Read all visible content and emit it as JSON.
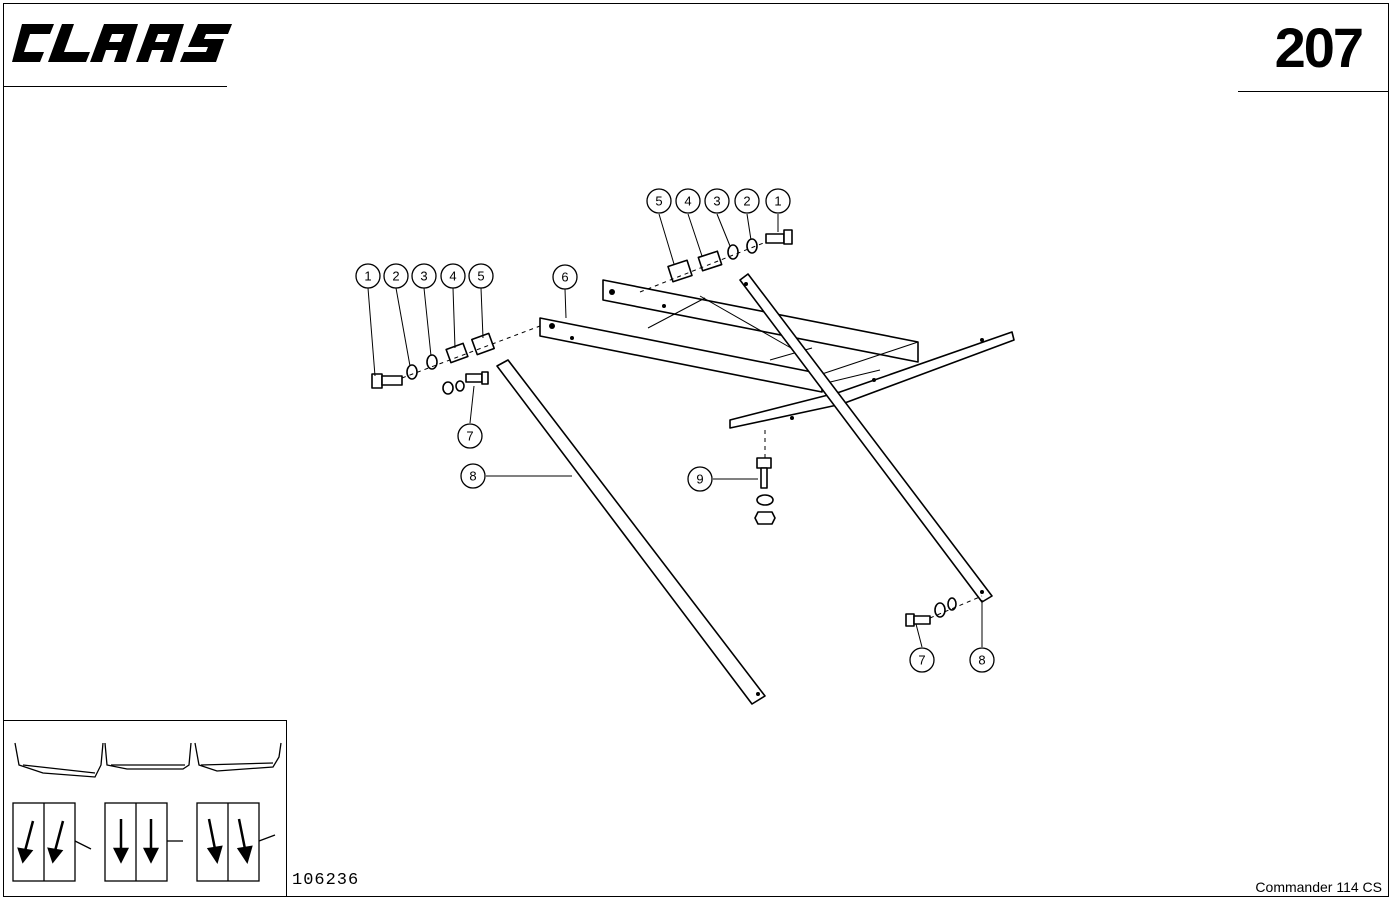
{
  "header": {
    "brand": "CLAAS",
    "page_number": "207"
  },
  "footer": {
    "drawing_number": "106236",
    "model": "Commander 114 CS"
  },
  "callouts": {
    "c1a": "1",
    "c2a": "2",
    "c3a": "3",
    "c4a": "4",
    "c5a": "5",
    "c1b": "1",
    "c2b": "2",
    "c3b": "3",
    "c4b": "4",
    "c5b": "5",
    "c6": "6",
    "c7a": "7",
    "c7b": "7",
    "c8a": "8",
    "c8b": "8",
    "c9": "9"
  },
  "colors": {
    "ink": "#000000",
    "paper": "#ffffff"
  }
}
